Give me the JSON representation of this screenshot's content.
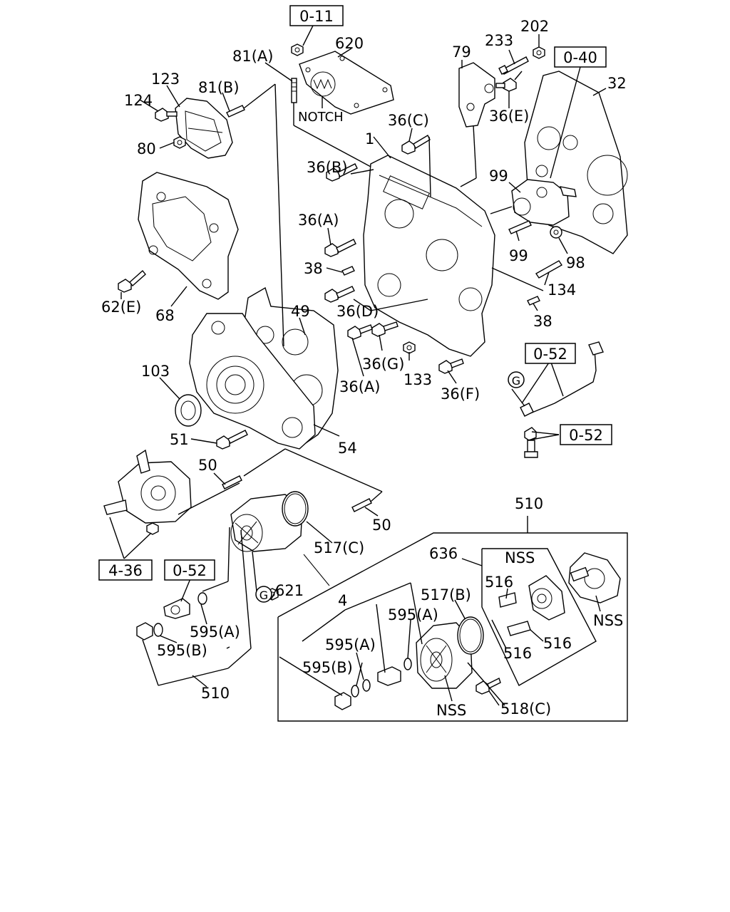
{
  "ref_boxes": {
    "r1": "0-11",
    "r2": "0-40",
    "r3": "0-52",
    "r4": "0-52",
    "r5": "4-36",
    "r6": "0-52"
  },
  "labels": {
    "l620": "620",
    "l81a": "81(A)",
    "notch": "NOTCH",
    "l123": "123",
    "l81b": "81(B)",
    "l124": "124",
    "l80": "80",
    "l79": "79",
    "l233": "233",
    "l202": "202",
    "l32": "32",
    "l36e": "36(E)",
    "l36c": "36(C)",
    "l1": "1",
    "l36b": "36(B)",
    "l99a": "99",
    "l99b": "99",
    "l98": "98",
    "l36a": "36(A)",
    "l38a": "38",
    "l134": "134",
    "l62e": "62(E)",
    "l68": "68",
    "l49": "49",
    "l36d": "36(D)",
    "l38b": "38",
    "l36g": "36(G)",
    "l133": "133",
    "l36a2": "36(A)",
    "l36f": "36(F)",
    "l103": "103",
    "l51": "51",
    "l54": "54",
    "l50a": "50",
    "l50b": "50",
    "l517c": "517(C)",
    "l510a": "510",
    "l636": "636",
    "nss1": "NSS",
    "l516a": "516",
    "l621": "621",
    "l4": "4",
    "l517b": "517(B)",
    "l595a1": "595(A)",
    "l595a2": "595(A)",
    "l595a3": "595(A)",
    "l595b1": "595(B)",
    "l595b2": "595(B)",
    "l510b": "510",
    "l516b": "516",
    "l516c": "516",
    "nss2": "NSS",
    "nss3": "NSS",
    "l518c": "518(C)",
    "g1": "G",
    "g2": "G"
  }
}
